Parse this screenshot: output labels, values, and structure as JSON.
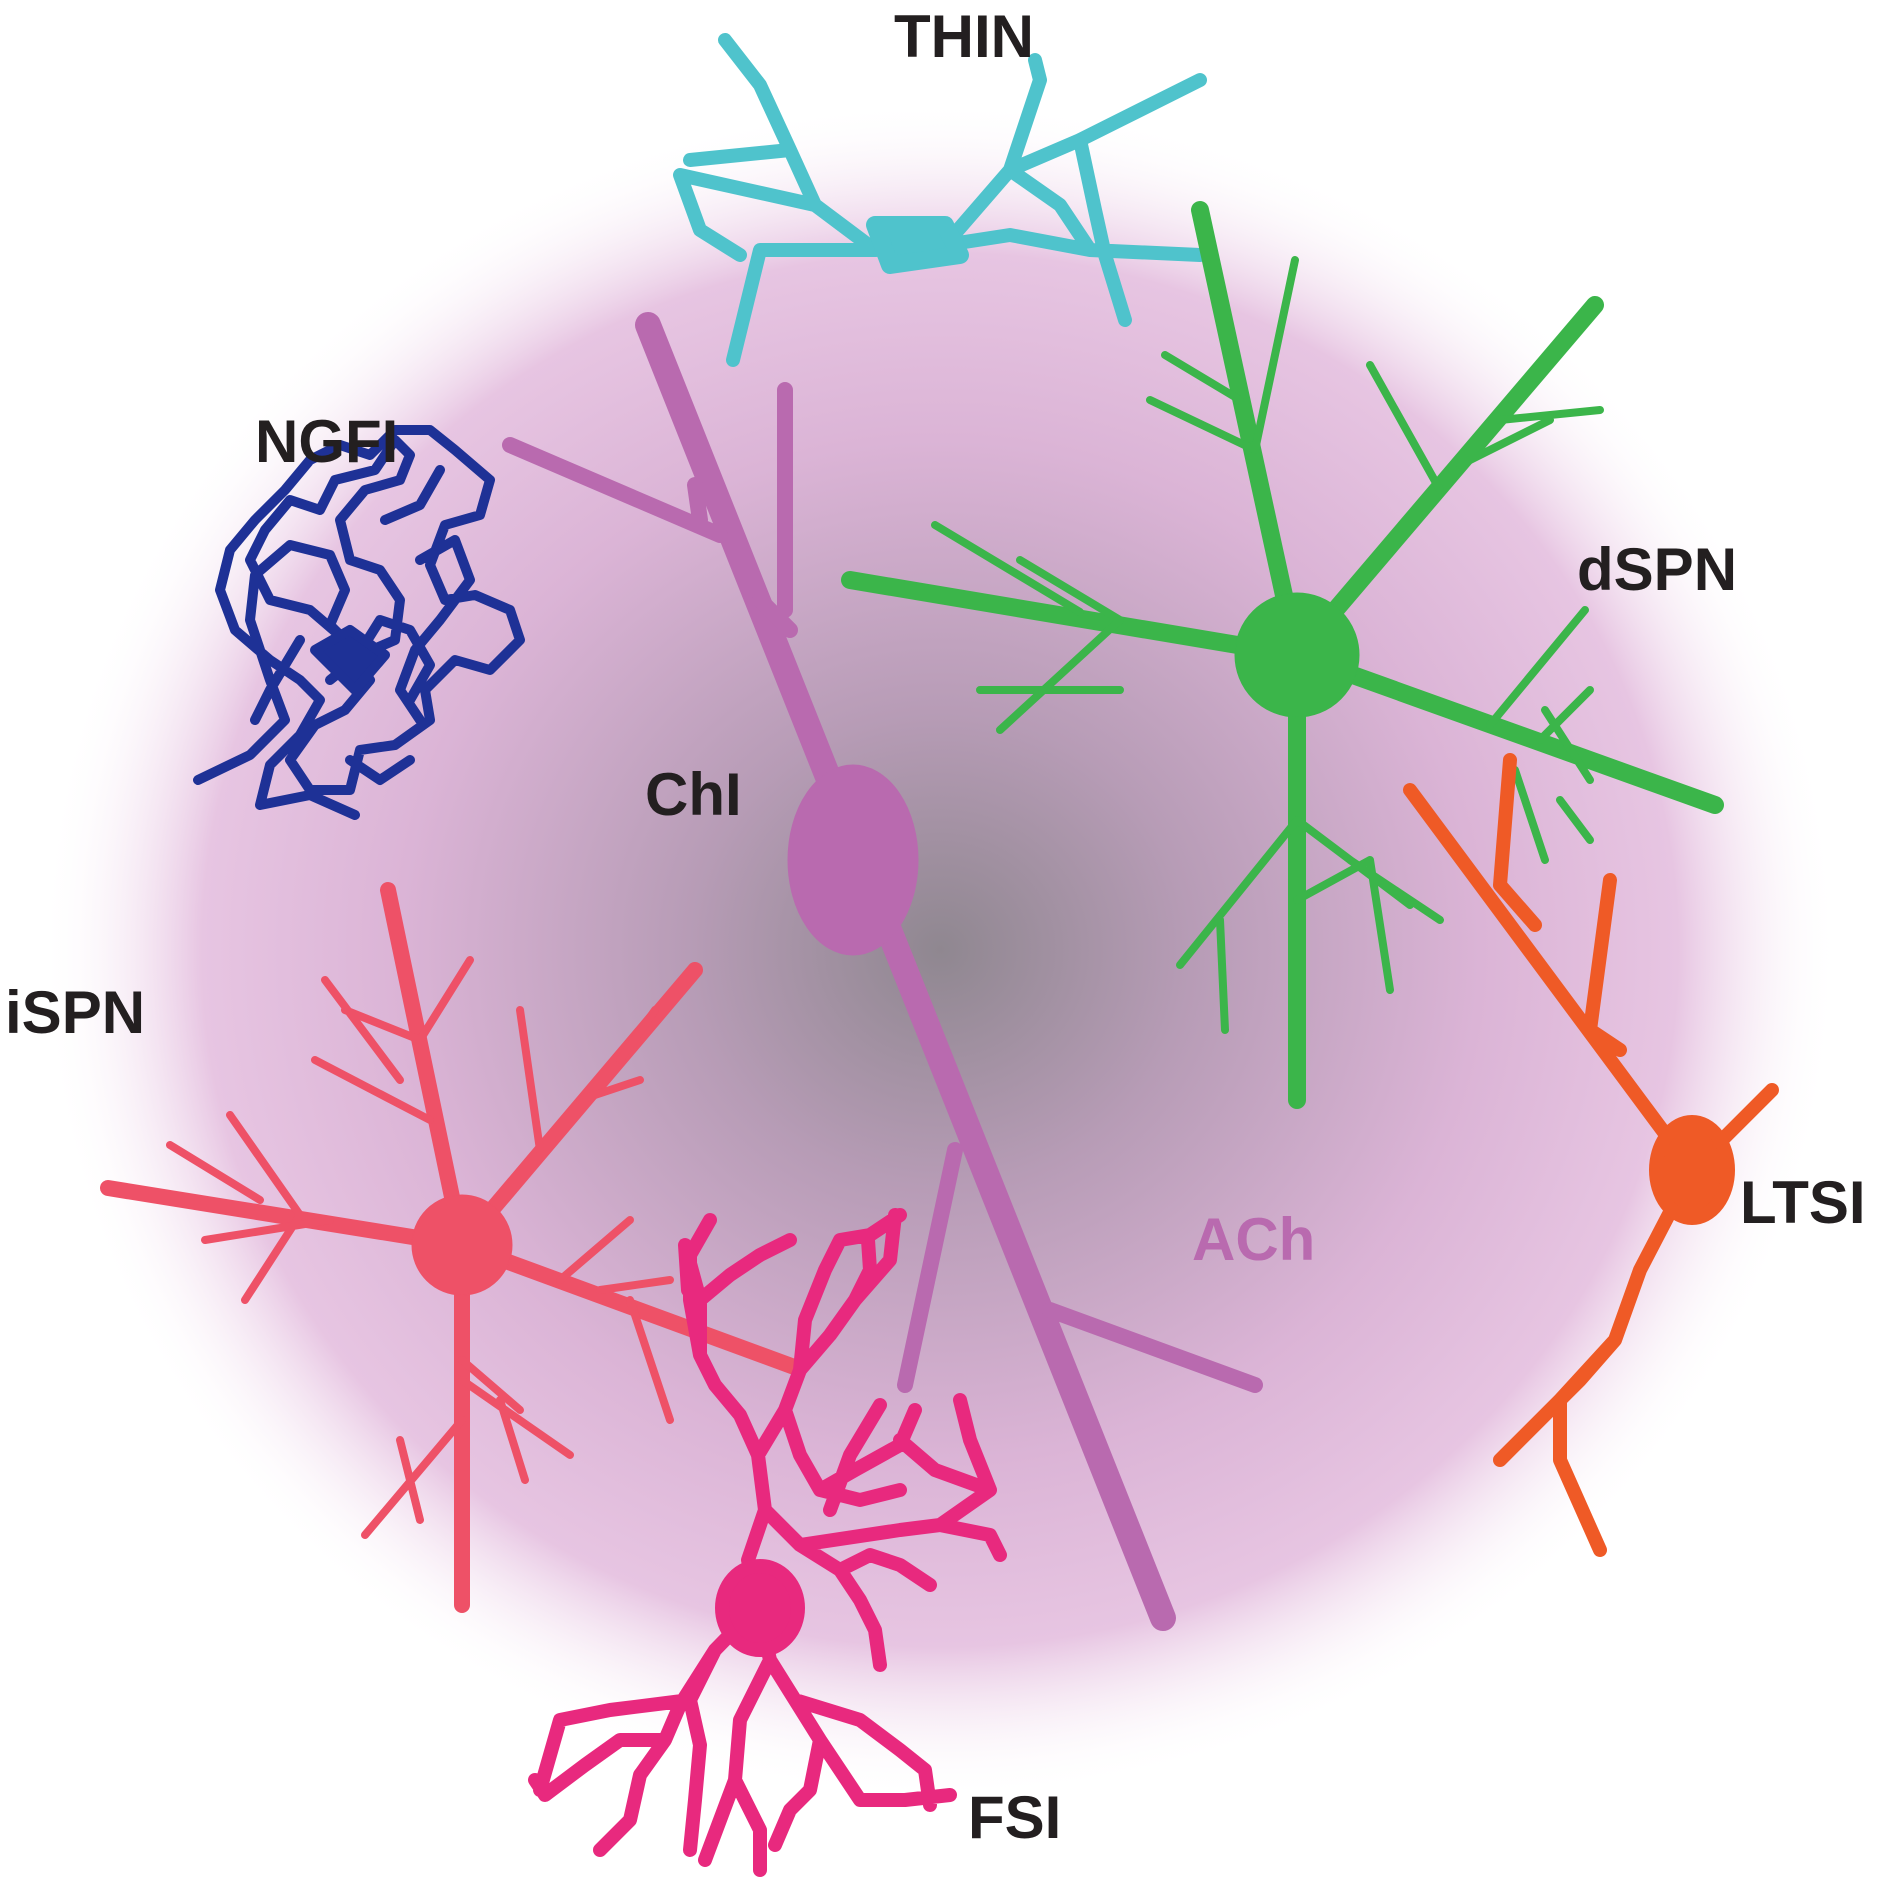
{
  "labels": {
    "thin": "THIN",
    "ngfi": "NGFI",
    "dspn": "dSPN",
    "chi": "ChI",
    "ispn": "iSPN",
    "ltsi": "LTSI",
    "ach": "ACh",
    "fsi": "FSI"
  },
  "colors": {
    "thin": "#4fc3cc",
    "ngfi": "#1e3196",
    "dspn": "#3bb54a",
    "chi": "#b96aaf",
    "ispn": "#ee5167",
    "ltsi": "#ef5a26",
    "fsi": "#e8297e",
    "ach_label": "#b96aaf",
    "label_text": "#231f20"
  }
}
